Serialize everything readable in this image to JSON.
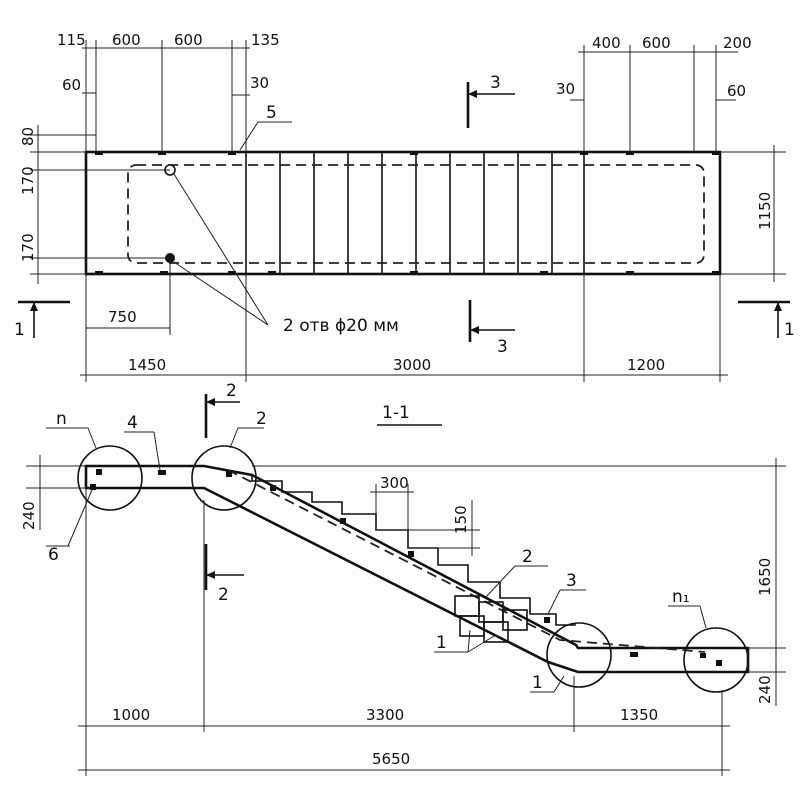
{
  "plan": {
    "dims_top_left": [
      "115",
      "600",
      "600",
      "135"
    ],
    "dims_top_right": [
      "400",
      "600",
      "200"
    ],
    "dim_60": "60",
    "dim_30_left": "30",
    "dim_30_right": "30",
    "dim_60_right": "60",
    "dim_80": "80",
    "dim_170_a": "170",
    "dim_170_b": "170",
    "dim_1150": "1150",
    "dim_750": "750",
    "dims_bottom": [
      "1450",
      "3000",
      "1200"
    ],
    "callout_5": "5",
    "callout_3_top": "3",
    "callout_3_bottom": "3",
    "section_1_left": "1",
    "section_1_right": "1",
    "holes_note": "2 отв ϕ20 мм"
  },
  "section": {
    "title": "1-1",
    "callout_n": "n",
    "callout_n1": "n₁",
    "callout_4": "4",
    "callout_6": "6",
    "callout_2_top": "2",
    "callout_2_bottom": "2",
    "callout_2_circle": "2",
    "callout_2_treads": "2",
    "callout_3": "3",
    "callout_1_treads": "1",
    "callout_1_circle": "1",
    "dim_300": "300",
    "dim_150": "150",
    "dim_240_left": "240",
    "dim_240_right": "240",
    "dim_1650": "1650",
    "dims_bottom": [
      "1000",
      "3300",
      "1350"
    ],
    "dim_total": "5650"
  }
}
